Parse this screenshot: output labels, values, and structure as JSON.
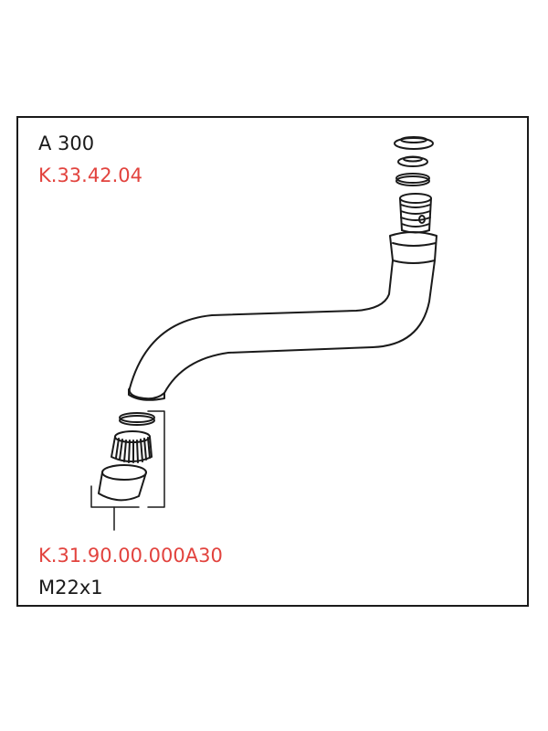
{
  "labels": {
    "model": "A 300",
    "spout_code": "K.33.42.04",
    "aerator_code": "K.31.90.00.000A30",
    "thread": "M22x1"
  },
  "colors": {
    "code_red": "#e2433e",
    "text_black": "#1a1a1a",
    "line": "#1a1a1a",
    "background": "#ffffff"
  }
}
